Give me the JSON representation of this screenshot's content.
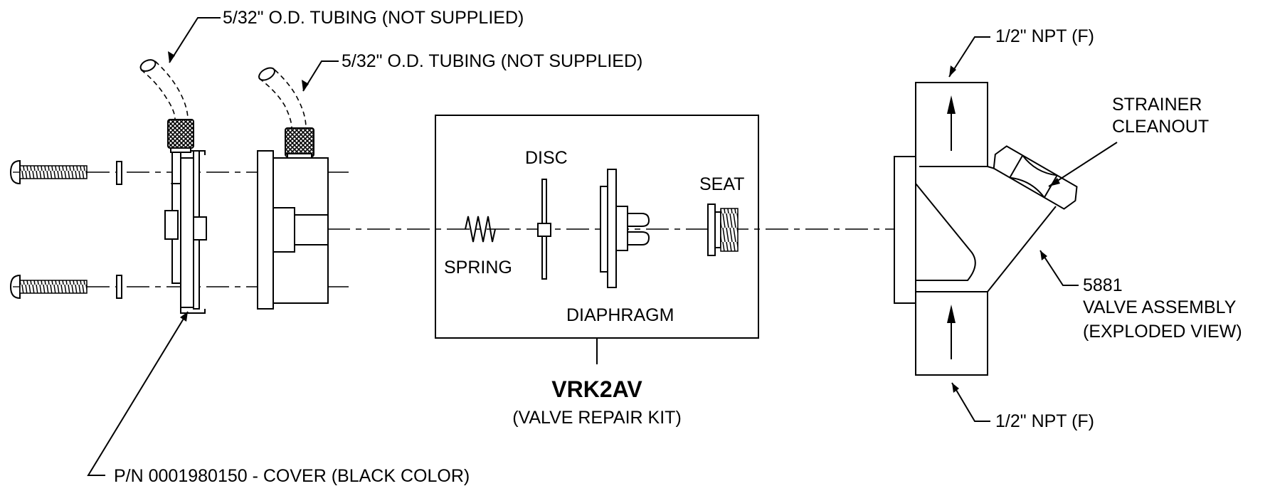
{
  "labels": {
    "tubing_left": "5/32\" O.D. TUBING (NOT SUPPLIED)",
    "tubing_right": "5/32\" O.D. TUBING (NOT SUPPLIED)",
    "npt_top": "1/2\" NPT (F)",
    "npt_bottom": "1/2\" NPT (F)",
    "strainer_line1": "STRAINER",
    "strainer_line2": "CLEANOUT",
    "disc": "DISC",
    "seat": "SEAT",
    "spring": "SPRING",
    "diaphragm": "DIAPHRAGM",
    "valve_line1": "5881",
    "valve_line2": "VALVE ASSEMBLY",
    "valve_line3": "(EXPLODED VIEW)",
    "kit_name": "VRK2AV",
    "kit_desc": "(VALVE REPAIR KIT)",
    "cover": "P/N 0001980150 - COVER (BLACK COLOR)"
  }
}
